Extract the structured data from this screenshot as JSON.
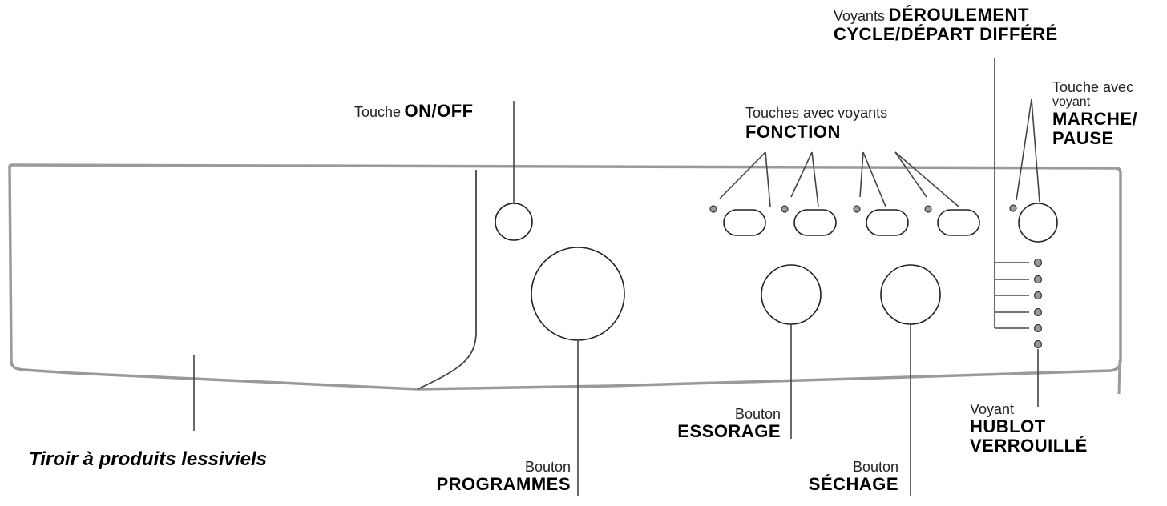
{
  "labels": {
    "on_off": {
      "prefix": "Touche",
      "bold": "ON/OFF"
    },
    "fonction": {
      "line1": "Touches avec voyants",
      "bold": "FONCTION"
    },
    "deroulement": {
      "prefix": "Voyants",
      "bold1": "DÉROULEMENT",
      "bold2": "CYCLE/DÉPART DIFFÉRÉ"
    },
    "marche_pause": {
      "line1": "Touche avec",
      "line2": "voyant",
      "bold1": "MARCHE/",
      "bold2": "PAUSE"
    },
    "tiroir": "Tiroir à produits lessiviels",
    "programmes": {
      "small": "Bouton",
      "bold": "PROGRAMMES"
    },
    "essorage": {
      "small": "Bouton",
      "bold": "ESSORAGE"
    },
    "sechage": {
      "small": "Bouton",
      "bold": "SÉCHAGE"
    },
    "hublot": {
      "small": "Voyant",
      "bold1": "HUBLOT",
      "bold2": "VERROUILLÉ"
    }
  },
  "colors": {
    "panel_outline": "#9a9a9a",
    "led_fill": "#9a9a9a",
    "line": "#444444"
  }
}
